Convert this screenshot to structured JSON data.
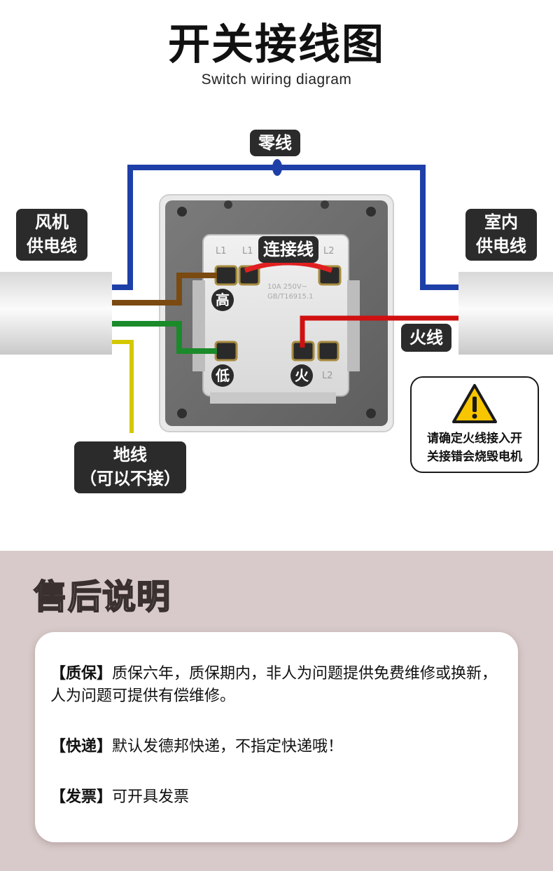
{
  "title": "开关接线图",
  "subtitle": "Switch wiring diagram",
  "labels": {
    "neutral": "零线",
    "fan_supply": "风机\n供电线",
    "indoor_supply": "室内\n供电线",
    "jumper": "连接线",
    "live": "火线",
    "ground": "地线\n（可以不接）",
    "high": "高",
    "low": "低",
    "fire": "火"
  },
  "switch_marks": {
    "l1": "L1",
    "l1b": "L1",
    "l2": "L2",
    "l2b": "L2",
    "rating": "10A 250V~",
    "code": "GB/T16915.1"
  },
  "warning": {
    "icon": "warning-triangle-icon",
    "text": "请确定火线接入开\n关接错会烧毁电机"
  },
  "after_sales": {
    "title": "售后说明",
    "items": [
      {
        "tag": "【质保】",
        "text": "质保六年，质保期内，非人为问题提供免费维修或换新，人为问题可提供有偿维修。"
      },
      {
        "tag": "【快递】",
        "text": "默认发德邦快递，不指定快递哦！"
      },
      {
        "tag": "【发票】",
        "text": "可开具发票"
      }
    ]
  },
  "colors": {
    "neutral_wire": "#1f3fa8",
    "high_wire": "#7a4a10",
    "low_wire": "#1a8a2a",
    "ground_wire": "#d4c800",
    "live_wire": "#d01010",
    "jumper_wire": "#e02020",
    "bottom_bg": "#d8caca"
  }
}
